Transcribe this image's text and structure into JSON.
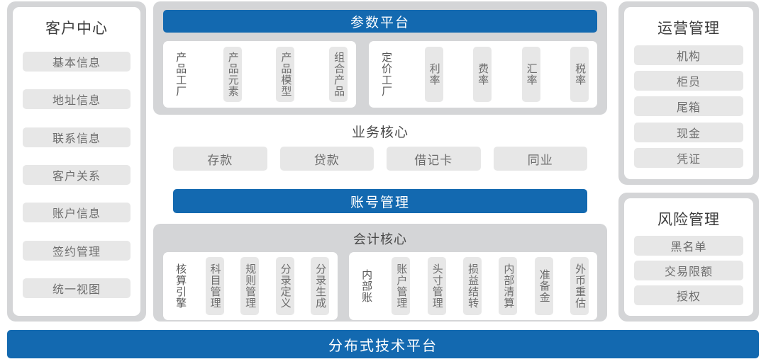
{
  "colors": {
    "accent_blue": "#1369b0",
    "frame_gray": "#d4d5d7",
    "chip_gray": "#e7e7e7",
    "text_gray": "#6d6d6d"
  },
  "left_panel": {
    "title": "客户中心",
    "items": [
      "基本信息",
      "地址信息",
      "联系信息",
      "客户关系",
      "账户信息",
      "签约管理",
      "统一视图"
    ]
  },
  "center": {
    "param_platform": {
      "title": "参数平台",
      "groups": [
        {
          "lead": "产品工厂",
          "items": [
            "产品元素",
            "产品模型",
            "组合产品"
          ]
        },
        {
          "lead": "定价工厂",
          "items": [
            "利率",
            "费率",
            "汇率",
            "税率"
          ]
        }
      ]
    },
    "business_core": {
      "title": "业务核心",
      "items": [
        "存款",
        "贷款",
        "借记卡",
        "同业"
      ]
    },
    "account_management": {
      "title": "账号管理"
    },
    "accounting_core": {
      "title": "会计核心",
      "groups": [
        {
          "lead": "核算引擎",
          "items": [
            "科目管理",
            "规则管理",
            "分录定义",
            "分录生成"
          ]
        },
        {
          "lead": "内部账",
          "items": [
            "账户管理",
            "头寸管理",
            "损益结转",
            "内部清算",
            "准备金",
            "外币重估"
          ]
        }
      ]
    }
  },
  "ops_panel": {
    "title": "运营管理",
    "items": [
      "机构",
      "柜员",
      "尾箱",
      "现金",
      "凭证"
    ]
  },
  "risk_panel": {
    "title": "风险管理",
    "items": [
      "黑名单",
      "交易限额",
      "授权"
    ]
  },
  "bottom_bar": {
    "title": "分布式技术平台"
  }
}
